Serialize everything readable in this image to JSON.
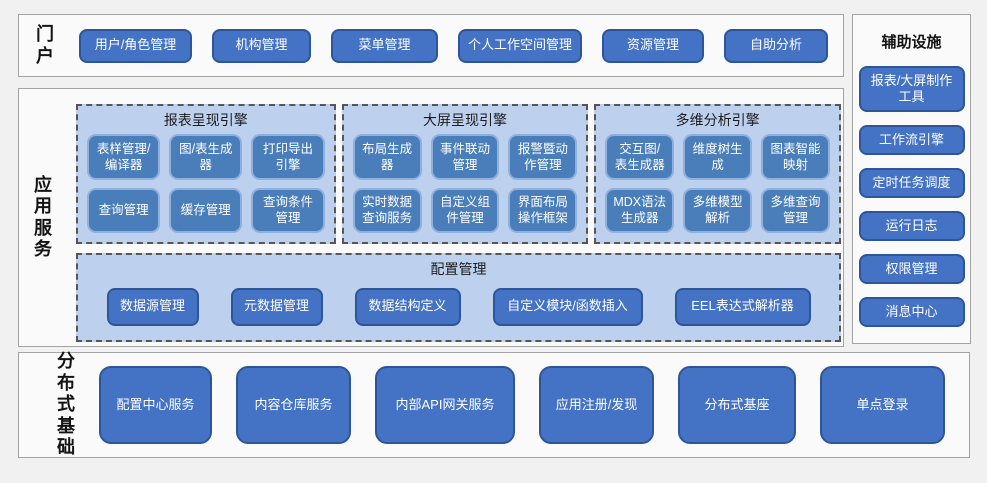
{
  "colors": {
    "node_fill": "#4472c4",
    "node_border": "#2e5597",
    "inner_node_fill": "#4a7ebb",
    "inner_node_border": "#8fb0dd",
    "group_background": "#bdd0ee",
    "band_background": "#fafafa",
    "band_border": "#a3a3a3"
  },
  "portal": {
    "label": "门户",
    "buttons": [
      "用户/角色管理",
      "机构管理",
      "菜单管理",
      "个人工作空间管理",
      "资源管理",
      "自助分析"
    ]
  },
  "app_services": {
    "label": "应用服务",
    "groups": [
      {
        "title": "报表呈现引擎",
        "buttons": [
          "表样管理/编译器",
          "图/表生成器",
          "打印导出引擎",
          "查询管理",
          "缓存管理",
          "查询条件管理"
        ]
      },
      {
        "title": "大屏呈现引擎",
        "buttons": [
          "布局生成器",
          "事件联动管理",
          "报警暨动作管理",
          "实时数据查询服务",
          "自定义组件管理",
          "界面布局操作框架"
        ]
      },
      {
        "title": "多维分析引擎",
        "buttons": [
          "交互图/表生成器",
          "维度树生成",
          "图表智能映射",
          "MDX语法生成器",
          "多维模型解析",
          "多维查询管理"
        ]
      }
    ],
    "config_group": {
      "title": "配置管理",
      "buttons": [
        "数据源管理",
        "元数据管理",
        "数据结构定义",
        "自定义模块/函数插入",
        "EEL表达式解析器"
      ]
    }
  },
  "auxiliary": {
    "title": "辅助设施",
    "buttons": [
      "报表/大屏制作工具",
      "工作流引擎",
      "定时任务调度",
      "运行日志",
      "权限管理",
      "消息中心"
    ]
  },
  "distributed": {
    "label": "分布式基础",
    "buttons": [
      "配置中心服务",
      "内容仓库服务",
      "内部API网关服务",
      "应用注册/发现",
      "分布式基座",
      "单点登录"
    ]
  }
}
